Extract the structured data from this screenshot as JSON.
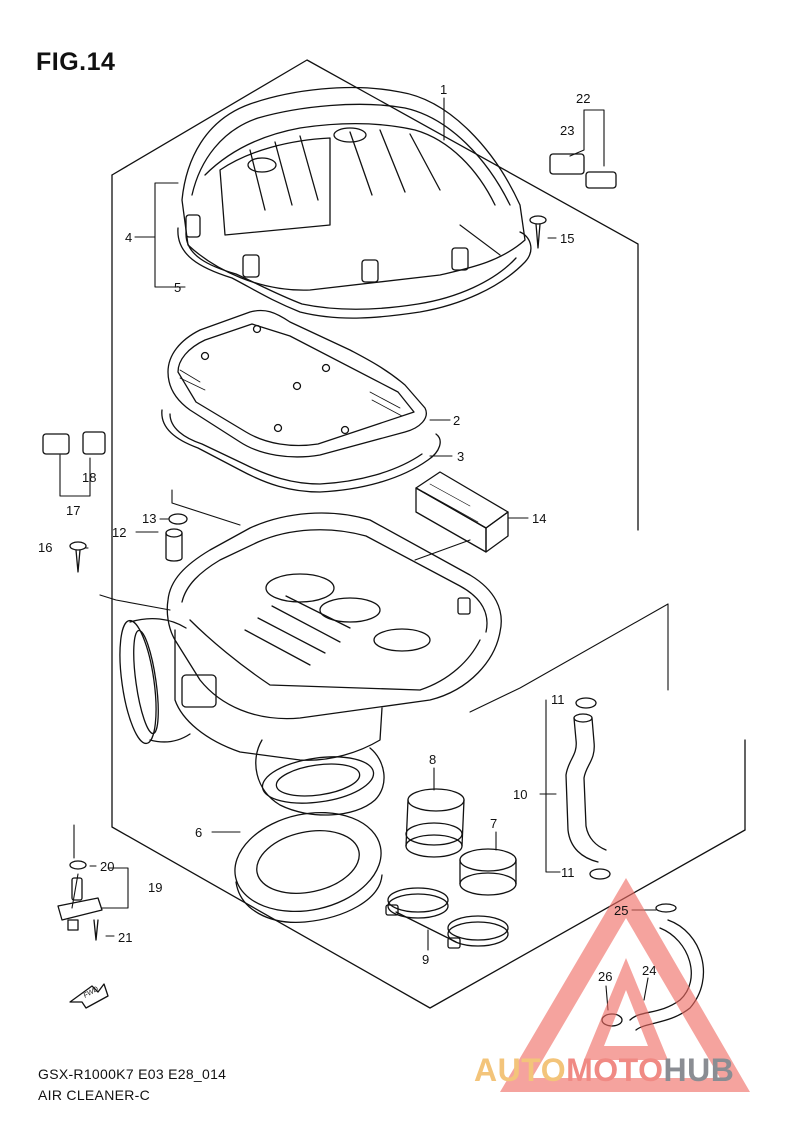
{
  "figure": {
    "title": "FIG.14",
    "footer_code": "GSX-R1000K7 E03 E28_014",
    "footer_name": "AIR CLEANER-C",
    "fwd_label": "FWD"
  },
  "callouts": [
    "1",
    "2",
    "3",
    "4",
    "5",
    "6",
    "7",
    "8",
    "9",
    "10",
    "11",
    "11",
    "12",
    "13",
    "14",
    "15",
    "16",
    "17",
    "18",
    "19",
    "20",
    "21",
    "22",
    "23",
    "24",
    "25",
    "26"
  ],
  "watermark": {
    "part_a": "AUTO",
    "part_b": "MOTO",
    "part_c": "HUB",
    "colors": {
      "auto": "#f3c47a",
      "moto": "#f08a84",
      "hub": "#8a8d93",
      "triangle": "#ef6b63"
    }
  }
}
